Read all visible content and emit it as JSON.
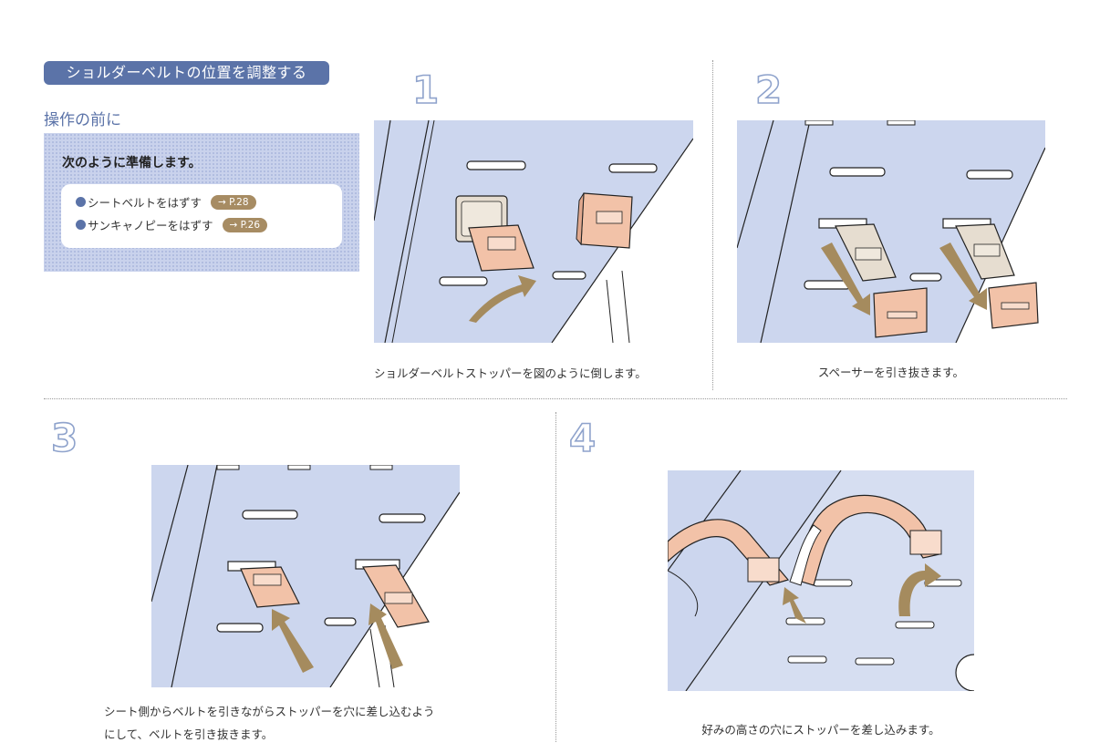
{
  "section_title": "ショルダーベルトの位置を調整する",
  "preparation": {
    "heading": "操作の前に",
    "intro": "次のように準備します。",
    "items": [
      {
        "label": "シートベルトをはずす",
        "ref": "→ P.28"
      },
      {
        "label": "サンキャノピーをはずす",
        "ref": "→ P.26"
      }
    ]
  },
  "steps": [
    {
      "number": "1",
      "caption": "ショルダーベルトストッパーを図のように倒します。"
    },
    {
      "number": "2",
      "caption": "スペーサーを引き抜きます。"
    },
    {
      "number": "3",
      "caption_line1": "シート側からベルトを引きながらストッパーを穴に差し込むよう",
      "caption_line2": "にして、ベルトを引き抜きます。"
    },
    {
      "number": "4",
      "caption": "好みの高さの穴にストッパーを差し込みます。"
    }
  ],
  "colors": {
    "seat_blue": "#ccd6ee",
    "accent_blue": "#5b73a8",
    "stopper_pink": "#f2c2a8",
    "spacer_beige": "#e6ddd0",
    "arrow_gold": "#a58b5e"
  },
  "icons": [
    "arrow-curved-icon",
    "arrow-straight-icon",
    "arrow-hook-icon"
  ]
}
